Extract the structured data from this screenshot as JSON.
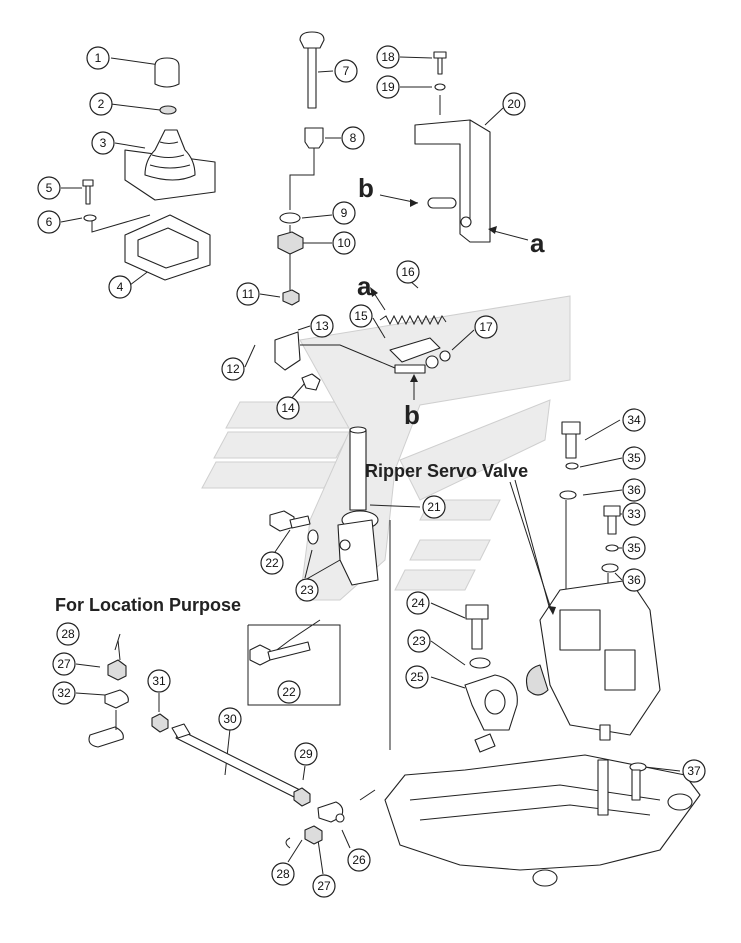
{
  "labels": {
    "ripper_servo_valve": "Ripper Servo Valve",
    "for_location_purpose": "For Location Purpose",
    "a_top": "a",
    "b_top": "b",
    "a_mid": "a",
    "b_mid": "b"
  },
  "callouts": [
    "1",
    "2",
    "3",
    "4",
    "5",
    "6",
    "7",
    "8",
    "9",
    "10",
    "11",
    "12",
    "13",
    "14",
    "15",
    "16",
    "17",
    "18",
    "19",
    "20",
    "21",
    "22",
    "22",
    "23",
    "23",
    "23",
    "24",
    "25",
    "26",
    "27",
    "27",
    "28",
    "28",
    "29",
    "30",
    "31",
    "32",
    "33",
    "34",
    "35",
    "35",
    "36",
    "36",
    "37"
  ]
}
